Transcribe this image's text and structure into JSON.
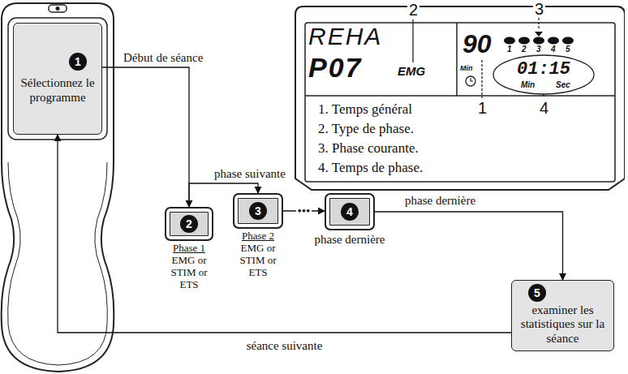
{
  "diagram": {
    "nodes": [
      {
        "text": [
          "1",
          "Sélectionnez le programme"
        ]
      },
      {
        "text": [
          "2",
          "Phase 1",
          "EMG or STIM or ETS"
        ]
      },
      {
        "text": [
          "3",
          "Phase 2",
          "EMG or STIM or ETS"
        ]
      },
      {
        "text": [
          "4",
          "phase dernière"
        ]
      },
      {
        "text": [
          "5",
          "examiner les statistiques sur la séance"
        ]
      },
      {
        "text": [
          "1. Temps général",
          "2. Type de phase.",
          "3. Phase courante.",
          "4. Temps de phase."
        ]
      }
    ],
    "edges": [
      {
        "from": 0,
        "to": 1,
        "label": "Début de séance",
        "arrow": "to"
      },
      {
        "from": 1,
        "to": 2,
        "label": "phase suivante",
        "arrow": "to"
      },
      {
        "from": 2,
        "to": 3,
        "label": "•••",
        "arrow": "to"
      },
      {
        "from": 3,
        "to": 4,
        "label": "phase dernière",
        "arrow": "to"
      },
      {
        "from": 4,
        "to": 0,
        "label": "séance suivante",
        "arrow": "to"
      }
    ],
    "labels": [
      "REHA",
      "P07",
      "EMG",
      "90",
      "1",
      "2",
      "3",
      "4",
      "5",
      "Min",
      "01:15",
      "Min",
      "Sec",
      "2",
      "3",
      "1",
      "4"
    ]
  }
}
